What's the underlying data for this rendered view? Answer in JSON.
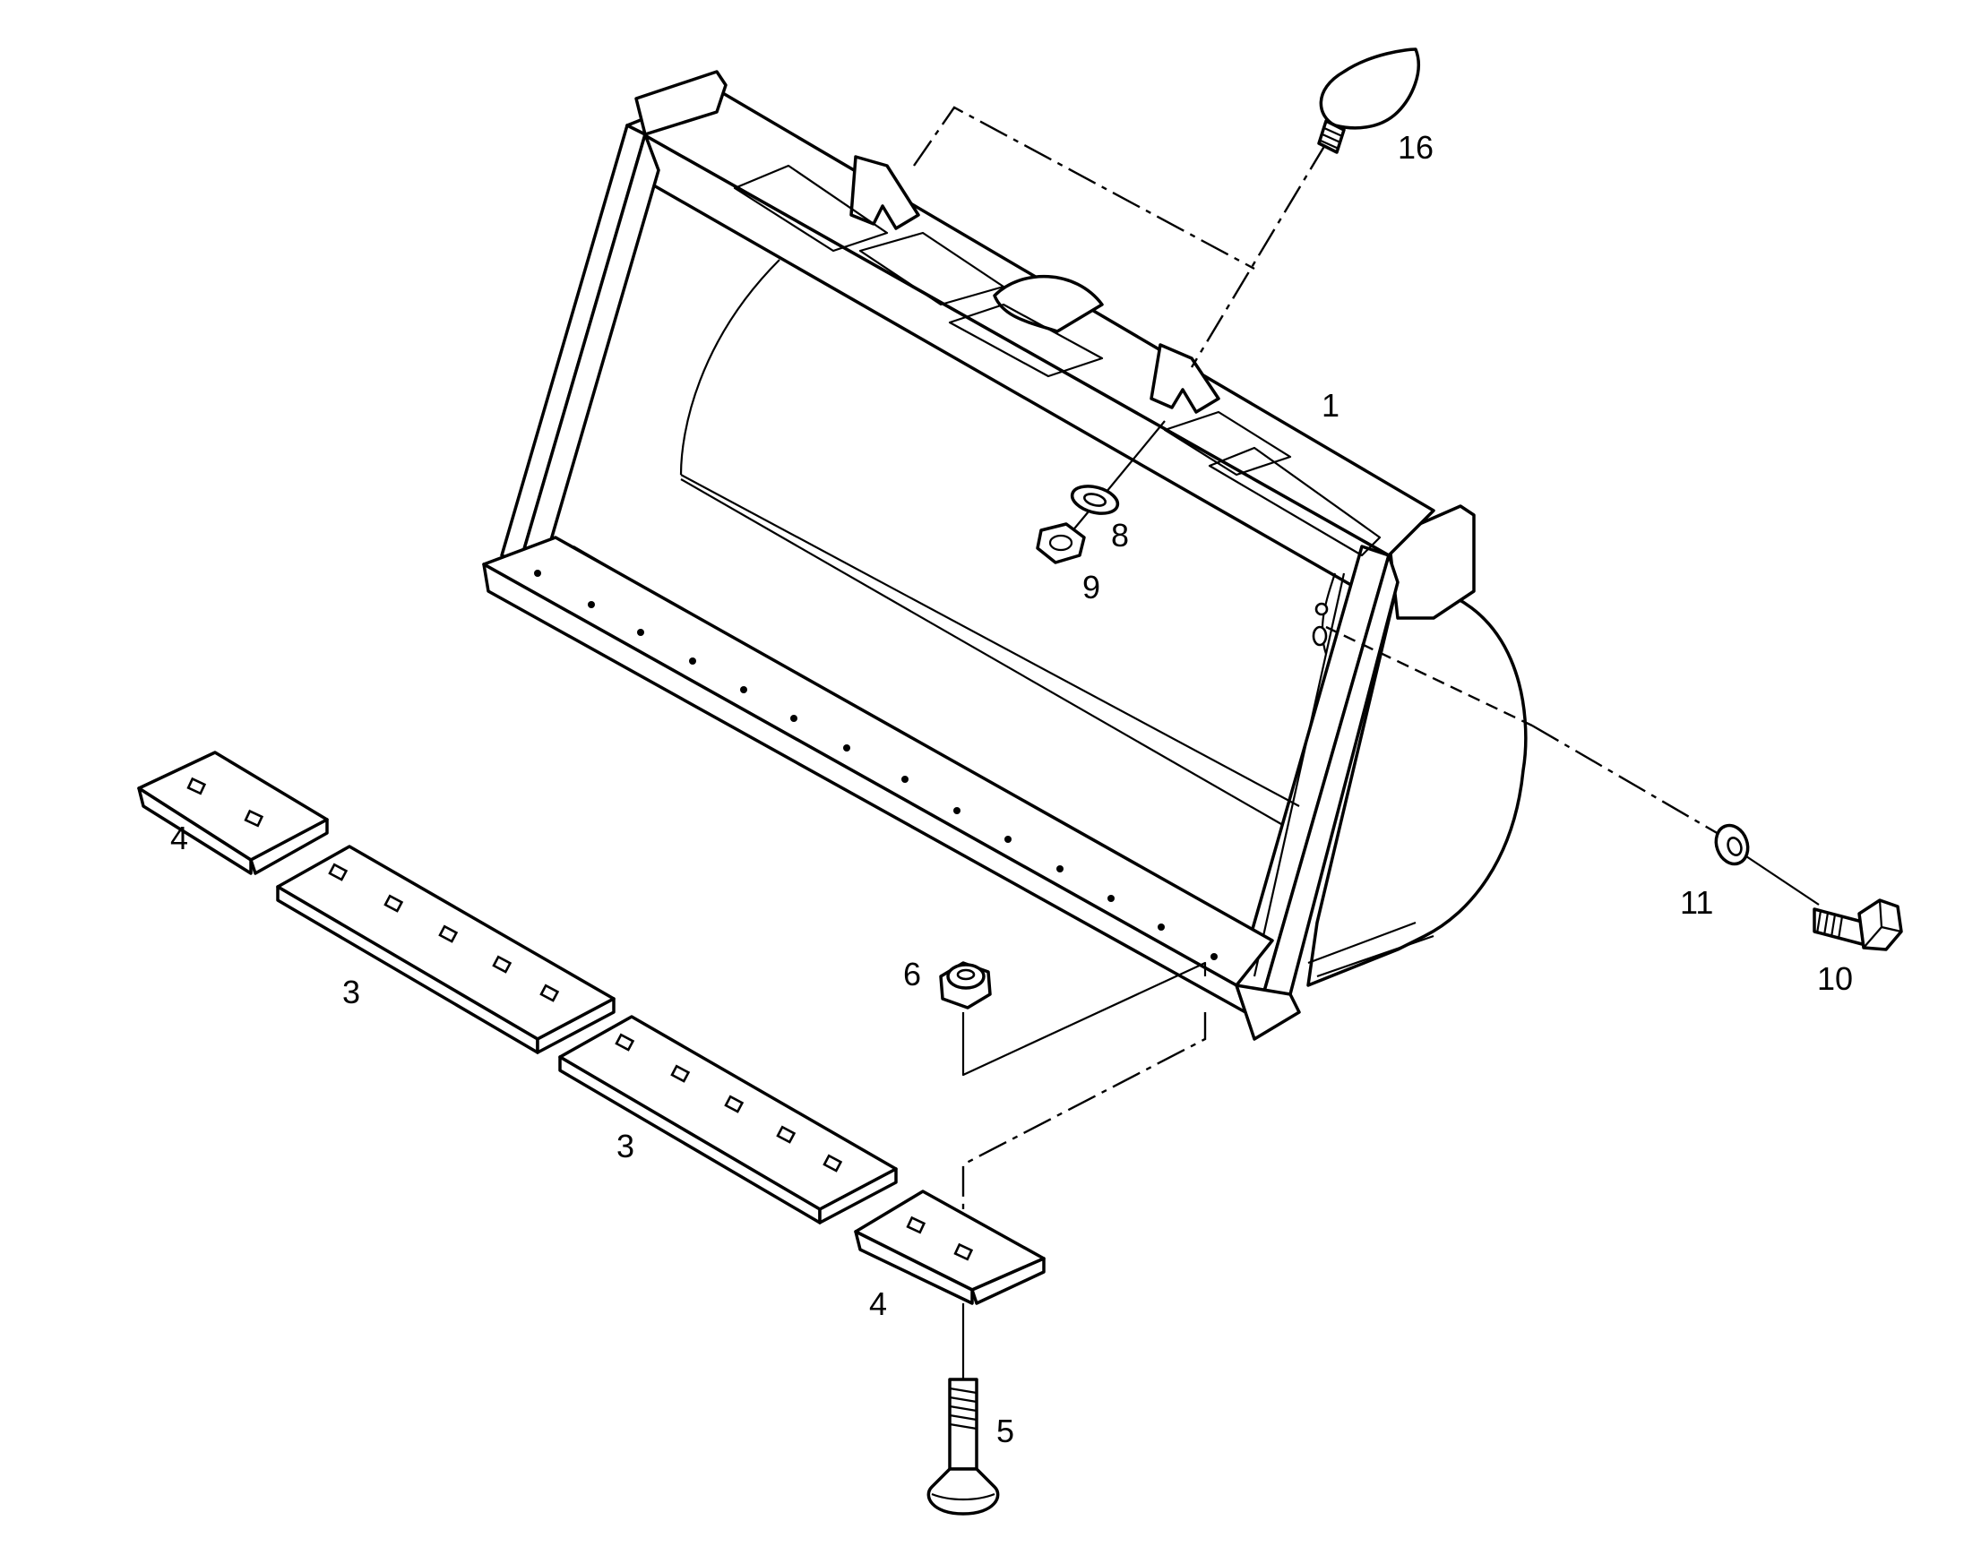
{
  "callouts": [
    {
      "id": "1",
      "text": "1"
    },
    {
      "id": "3a",
      "text": "3"
    },
    {
      "id": "3b",
      "text": "3"
    },
    {
      "id": "4a",
      "text": "4"
    },
    {
      "id": "4b",
      "text": "4"
    },
    {
      "id": "5",
      "text": "5"
    },
    {
      "id": "6",
      "text": "6"
    },
    {
      "id": "8",
      "text": "8"
    },
    {
      "id": "9",
      "text": "9"
    },
    {
      "id": "10",
      "text": "10"
    },
    {
      "id": "11",
      "text": "11"
    },
    {
      "id": "16",
      "text": "16"
    }
  ]
}
